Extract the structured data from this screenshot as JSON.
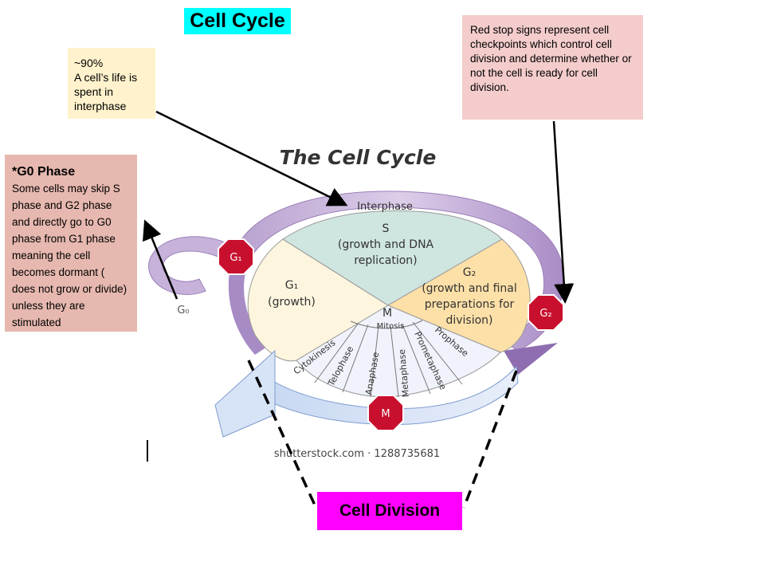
{
  "title": "Cell Cycle",
  "note_interphase": {
    "percent": "~90%",
    "line1": "A cell’s life is",
    "line2": "spent in",
    "line3": "interphase"
  },
  "note_checkpoints": "Red stop signs represent cell checkpoints which control cell division and  determine whether or not the cell is ready for cell division.",
  "note_g0": {
    "heading": "*G0 Phase",
    "body": "Some cells may skip S phase and G2 phase and directly go to G0 phase from G1 phase meaning  the cell becomes dormant ( does not grow or divide) unless they are stimulated"
  },
  "cell_division_label": "Cell Division",
  "diagram": {
    "title": "The Cell Cycle",
    "interphase": "Interphase",
    "s_label": "S",
    "s_desc1": "(growth and DNA",
    "s_desc2": "replication)",
    "g1_label": "G₁",
    "g1_desc": "(growth)",
    "g2_label": "G₂",
    "g2_desc1": "(growth and final",
    "g2_desc2": "preparations for",
    "g2_desc3": "division)",
    "m_label": "M",
    "mitosis": "Mitosis",
    "g0_label": "G₀",
    "stop_g1": "G₁",
    "stop_g2": "G₂",
    "stop_m": "M",
    "stages": [
      "Cytokinesis",
      "Telophase",
      "Anaphase",
      "Metaphase",
      "Prometaphase",
      "Prophase"
    ],
    "watermark": "shutterstock.com · 1288735681"
  },
  "colors": {
    "title_bg": "#00ffff",
    "interphase_note_bg": "#fff2cc",
    "checkpoint_note_bg": "#f4cccc",
    "g0_note_bg": "#e6b8af",
    "cell_division_bg": "#ff00ff",
    "stop_sign": "#c8102e"
  }
}
